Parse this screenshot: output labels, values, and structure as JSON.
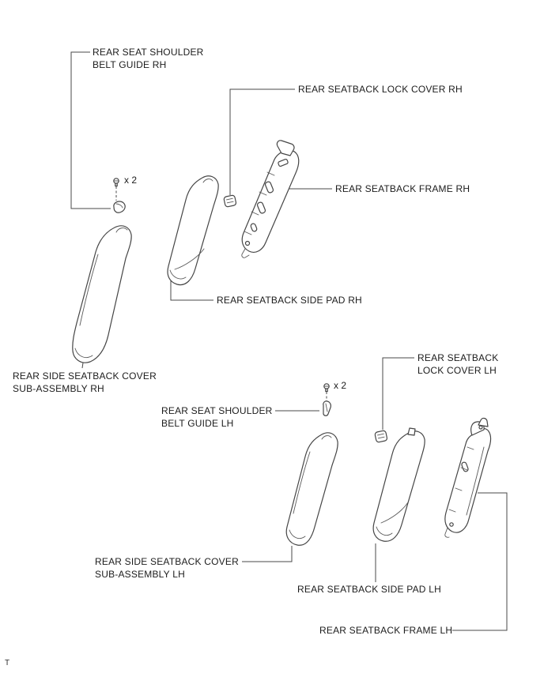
{
  "figure": {
    "corner_mark": "T",
    "callouts": {
      "belt_guide_rh": {
        "line1": "REAR SEAT SHOULDER",
        "line2": "BELT GUIDE RH"
      },
      "lock_cover_rh": {
        "line1": "REAR SEATBACK LOCK COVER RH"
      },
      "frame_rh": {
        "line1": "REAR SEATBACK FRAME RH"
      },
      "side_pad_rh": {
        "line1": "REAR SEATBACK SIDE PAD RH"
      },
      "cover_rh": {
        "line1": "REAR SIDE SEATBACK COVER",
        "line2": "SUB-ASSEMBLY RH"
      },
      "lock_cover_lh": {
        "line1": "REAR SEATBACK",
        "line2": "LOCK COVER LH"
      },
      "belt_guide_lh": {
        "line1": "REAR SEAT SHOULDER",
        "line2": "BELT GUIDE LH"
      },
      "cover_lh": {
        "line1": "REAR SIDE SEATBACK COVER",
        "line2": "SUB-ASSEMBLY LH"
      },
      "side_pad_lh": {
        "line1": "REAR SEATBACK SIDE PAD LH"
      },
      "frame_lh": {
        "line1": "REAR SEATBACK FRAME LH"
      }
    },
    "quantities": {
      "belt_guide_rh": "x 2",
      "belt_guide_lh": "x 2"
    }
  }
}
